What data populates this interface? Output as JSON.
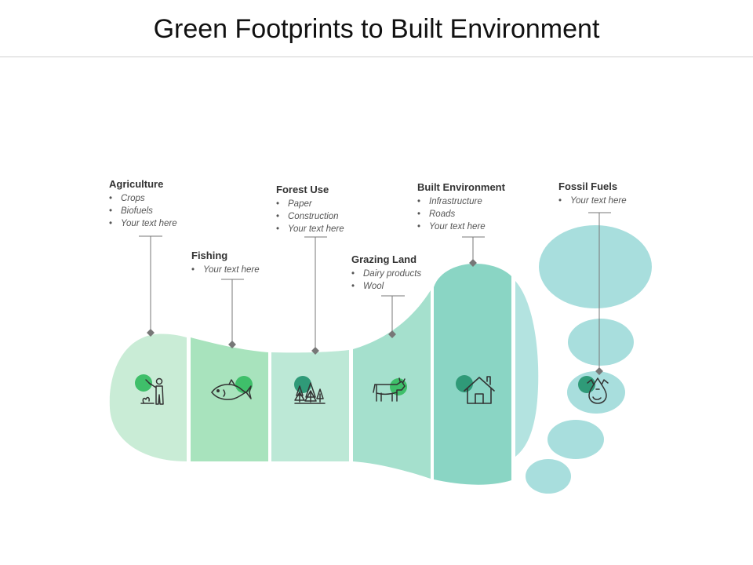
{
  "title": "Green Footprints to Built Environment",
  "colors": {
    "seg1": "#c9ecd6",
    "seg2": "#a8e3bd",
    "seg3": "#bce8d6",
    "seg4": "#a5e0cd",
    "seg5": "#8ad5c4",
    "toe_strip": "#b3e3e0",
    "toes": "#a8dedd",
    "dot_light": "#3fbf6a",
    "dot_dark": "#2f9a78",
    "connector": "#777777"
  },
  "sections": [
    {
      "heading": "Agriculture",
      "items": [
        "Crops",
        "Biofuels",
        "Your  text here"
      ],
      "icon": "farmer-icon"
    },
    {
      "heading": "Fishing",
      "items": [
        "Your text here"
      ],
      "icon": "fish-icon"
    },
    {
      "heading": "Forest Use",
      "items": [
        "Paper",
        "Construction",
        "Your text here"
      ],
      "icon": "trees-icon"
    },
    {
      "heading": "Grazing Land",
      "items": [
        "Dairy products",
        "Wool"
      ],
      "icon": "cow-icon"
    },
    {
      "heading": "Built Environment",
      "items": [
        "Infrastructure",
        "Roads",
        "Your text here"
      ],
      "icon": "house-icon"
    },
    {
      "heading": "Fossil Fuels",
      "items": [
        "Your text here"
      ],
      "icon": "oil-drop-icon"
    }
  ]
}
